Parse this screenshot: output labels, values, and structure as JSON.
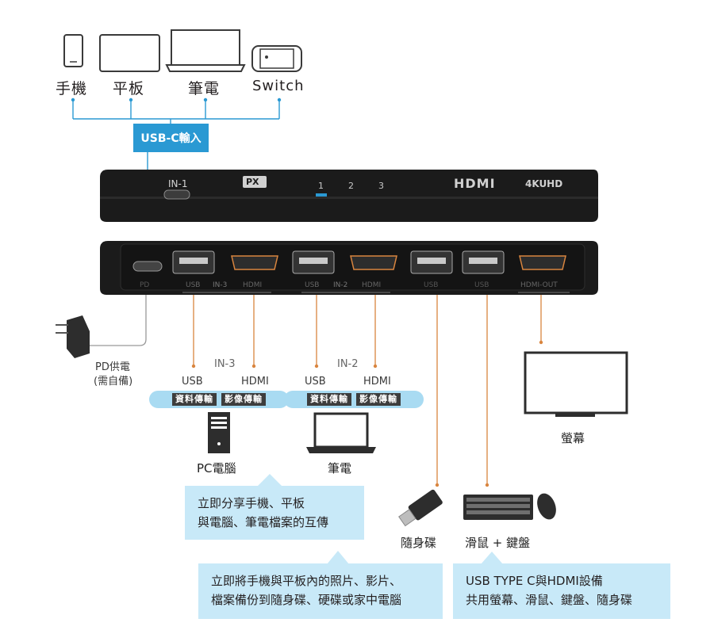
{
  "top_devices": {
    "phone": "手機",
    "tablet": "平板",
    "laptop": "筆電",
    "switch": "Switch"
  },
  "usbc_input": "USB-C輸入",
  "hub_front": {
    "in1": "IN-1",
    "logo": "PX",
    "led1": "1",
    "led2": "2",
    "led3": "3",
    "hdmi_logo": "HDMI",
    "uhd": "4KUHD"
  },
  "hub_back": {
    "pd": "PD",
    "usb_a": "USB",
    "in3": "IN-3",
    "hdmi_a": "HDMI",
    "usb_b": "USB",
    "in2": "IN-2",
    "hdmi_b": "HDMI",
    "usb_c": "USB",
    "usb_d": "USB",
    "hdmi_out": "HDMI-OUT"
  },
  "pd_label": {
    "line1": "PD供電",
    "line2": "(需自備)"
  },
  "in3_group": {
    "title": "IN-3",
    "usb": "USB",
    "hdmi": "HDMI",
    "tag_data": "資料傳輸",
    "tag_video": "影像傳輸"
  },
  "in2_group": {
    "title": "IN-2",
    "usb": "USB",
    "hdmi": "HDMI",
    "tag_data": "資料傳輸",
    "tag_video": "影像傳輸"
  },
  "pc_label": "PC電腦",
  "laptop_label": "筆電",
  "monitor_label": "螢幕",
  "flash_label": "隨身碟",
  "kbm_label": "滑鼠 + 鍵盤",
  "bubble_share": {
    "line1": "立即分享手機、平板",
    "line2": "與電腦、筆電檔案的互傳"
  },
  "bubble_backup": {
    "line1": "立即將手機與平板內的照片、影片、",
    "line2": "檔案備份到隨身碟、硬碟或家中電腦"
  },
  "bubble_share_screen": {
    "line1": "USB TYPE C與HDMI設備",
    "line2": "共用螢幕、滑鼠、鍵盤、隨身碟"
  },
  "colors": {
    "blue_accent": "#2a99d3",
    "light_blue": "#c8e9f8",
    "pill_blue": "#a9dbf2",
    "orange_line": "#d9853f",
    "hub_body": "#1b1b1b"
  }
}
